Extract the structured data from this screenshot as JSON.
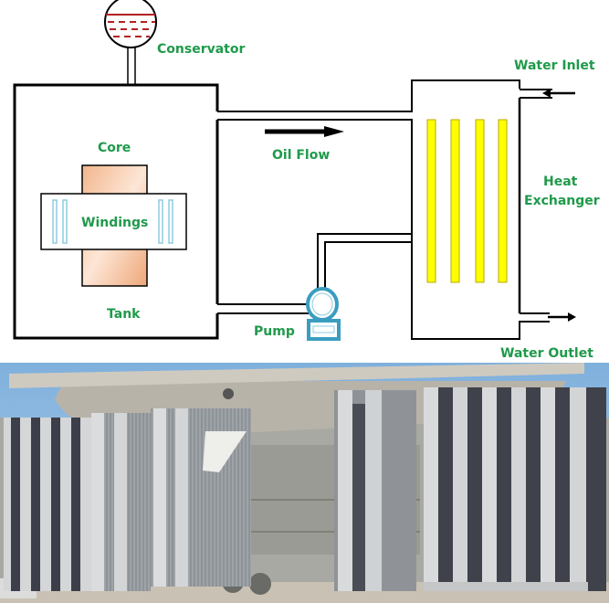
{
  "diagram": {
    "title_elements": {
      "conservator": "Conservator",
      "core": "Core",
      "windings": "Windings",
      "tank": "Tank",
      "oil_flow": "Oil Flow",
      "pump": "Pump",
      "water_inlet": "Water Inlet",
      "heat_exchanger_line1": "Heat",
      "heat_exchanger_line2": "Exchanger",
      "water_outlet": "Water Outlet"
    },
    "colors": {
      "label_green": "#1f9a4a",
      "line_black": "#000000",
      "core_orange": "#f0b48c",
      "tube_yellow": "#ffff00",
      "pump_blue": "#3a9dc0",
      "winding_blue": "#8fcbe0",
      "oil_red": "#b22222"
    },
    "heat_exchanger_tube_count": 4,
    "icons": [
      "conservator-tank-icon",
      "oil-flow-arrow-icon",
      "pump-icon",
      "water-inlet-arrow-icon",
      "water-outlet-arrow-icon"
    ]
  },
  "photo": {
    "description": "Transformer radiator banks photograph",
    "icons": [
      "radiator-fins-photo"
    ]
  }
}
